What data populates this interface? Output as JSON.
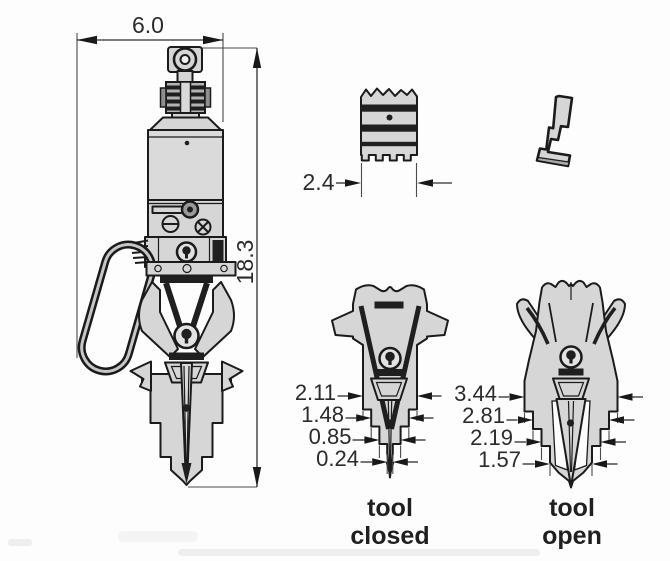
{
  "colors": {
    "background": "#fdfdfd",
    "metal_gray": "#d6d6d6",
    "outline": "#1b1b1b",
    "text": "#2b2b2b"
  },
  "side_view": {
    "width_dim": "6.0",
    "height_dim": "18.3"
  },
  "tip_cross_section": {
    "width_dim": "2.4"
  },
  "tool_closed": {
    "label": [
      "tool",
      "closed"
    ],
    "dims": [
      "2.11",
      "1.48",
      "0.85",
      "0.24"
    ]
  },
  "tool_open": {
    "label": [
      "tool",
      "open"
    ],
    "dims": [
      "3.44",
      "2.81",
      "2.19",
      "1.57"
    ]
  }
}
